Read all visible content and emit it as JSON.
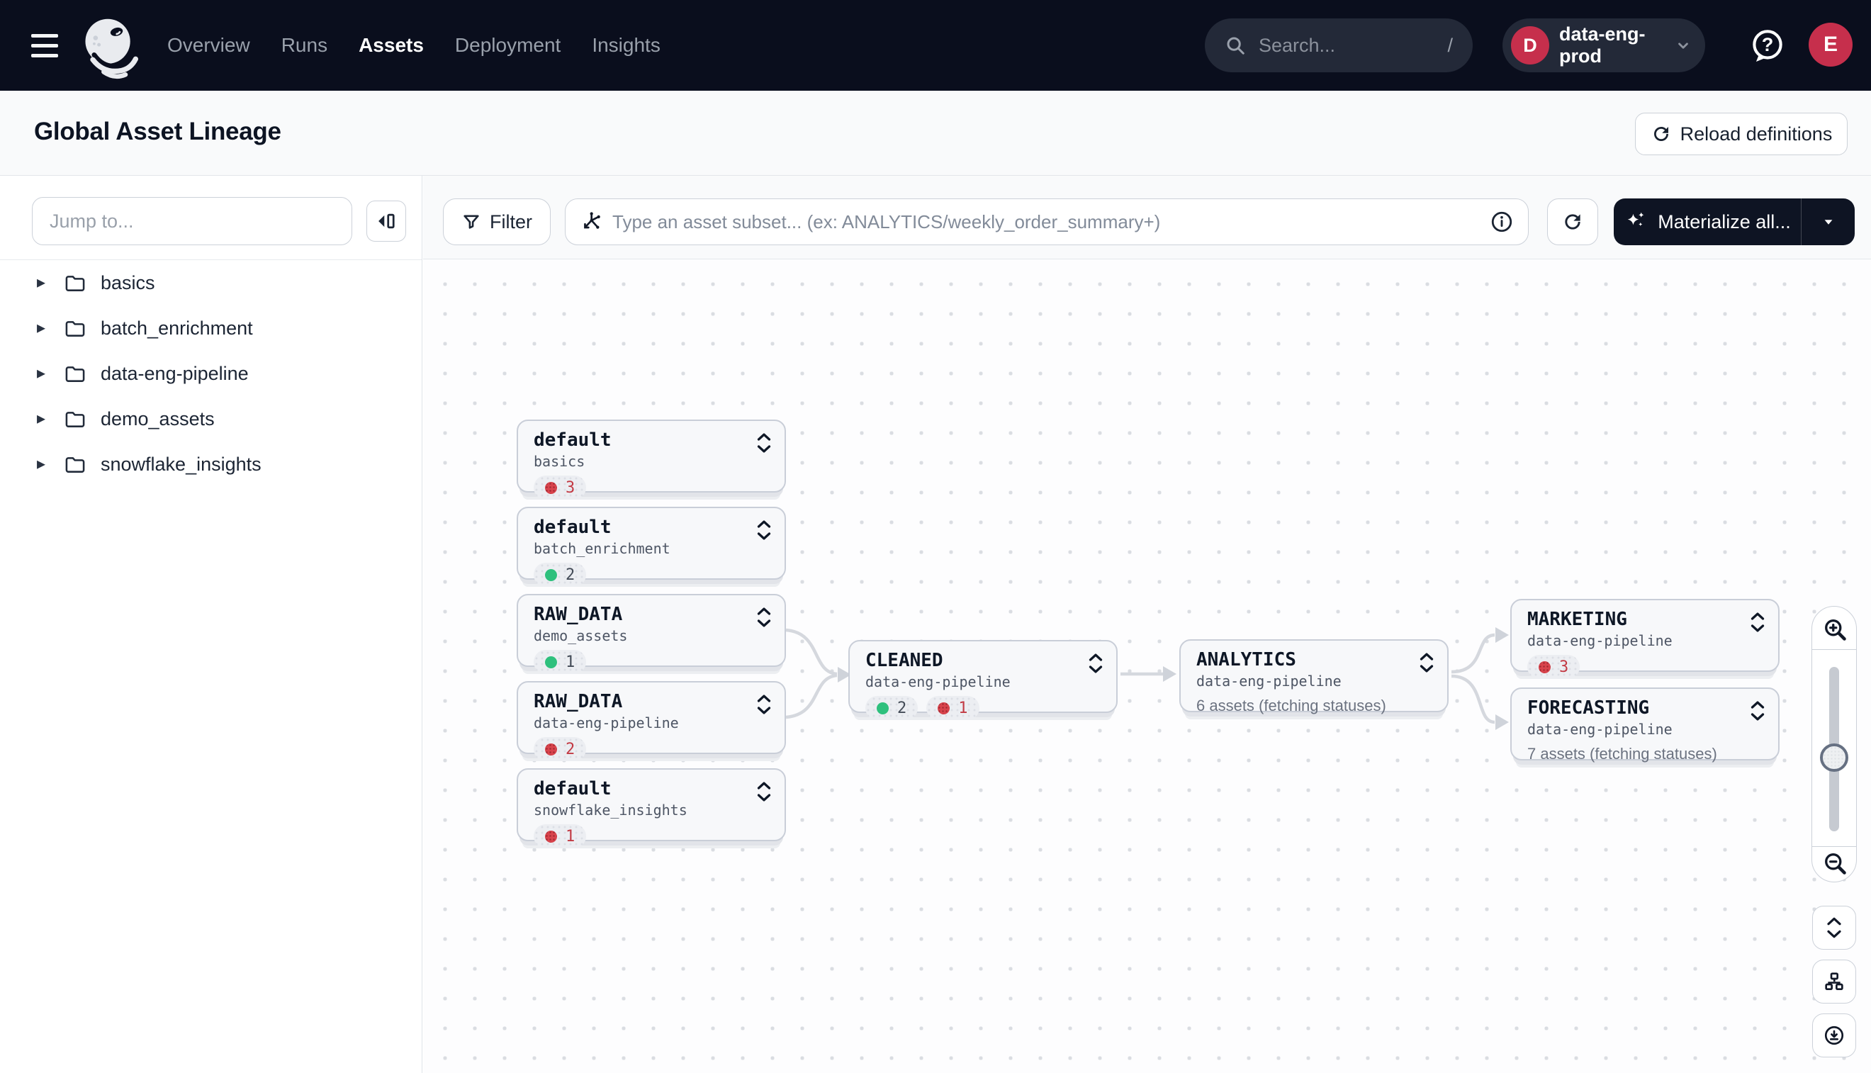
{
  "nav": {
    "links": [
      {
        "label": "Overview"
      },
      {
        "label": "Runs"
      },
      {
        "label": "Assets"
      },
      {
        "label": "Deployment"
      },
      {
        "label": "Insights"
      }
    ],
    "search": {
      "placeholder": "Search...",
      "shortcut": "/"
    },
    "workspace": {
      "initial": "D",
      "name": "data-eng-prod"
    },
    "user_initial": "E"
  },
  "header": {
    "title": "Global Asset Lineage",
    "reload_button": "Reload definitions"
  },
  "sidebar": {
    "jump_placeholder": "Jump to...",
    "folders": [
      "basics",
      "batch_enrichment",
      "data-eng-pipeline",
      "demo_assets",
      "snowflake_insights"
    ]
  },
  "toolbar": {
    "filter_label": "Filter",
    "subset_placeholder": "Type an asset subset... (ex: ANALYTICS/weekly_order_summary+)",
    "materialize_label": "Materialize all..."
  },
  "graph": {
    "nodes": [
      {
        "title": "default",
        "subtitle": "basics",
        "badges": [
          {
            "count": "3",
            "status": "error"
          }
        ]
      },
      {
        "title": "default",
        "subtitle": "batch_enrichment",
        "badges": [
          {
            "count": "2",
            "status": "success"
          }
        ]
      },
      {
        "title": "RAW_DATA",
        "subtitle": "demo_assets",
        "badges": [
          {
            "count": "1",
            "status": "success"
          }
        ]
      },
      {
        "title": "RAW_DATA",
        "subtitle": "data-eng-pipeline",
        "badges": [
          {
            "count": "2",
            "status": "error"
          }
        ]
      },
      {
        "title": "default",
        "subtitle": "snowflake_insights",
        "badges": [
          {
            "count": "1",
            "status": "error"
          }
        ]
      },
      {
        "title": "CLEANED",
        "subtitle": "data-eng-pipeline",
        "badges": [
          {
            "count": "2",
            "status": "success"
          },
          {
            "count": "1",
            "status": "error"
          }
        ]
      },
      {
        "title": "ANALYTICS",
        "subtitle": "data-eng-pipeline",
        "status_text": "6 assets (fetching statuses)"
      },
      {
        "title": "MARKETING",
        "subtitle": "data-eng-pipeline",
        "badges": [
          {
            "count": "3",
            "status": "error"
          }
        ]
      },
      {
        "title": "FORECASTING",
        "subtitle": "data-eng-pipeline",
        "status_text": "7 assets (fetching statuses)"
      }
    ]
  },
  "colors": {
    "nav_bg": "#0a0e1d",
    "accent_red": "#c62f4c",
    "status_success": "#2ec07d",
    "status_error": "#d8434c"
  }
}
